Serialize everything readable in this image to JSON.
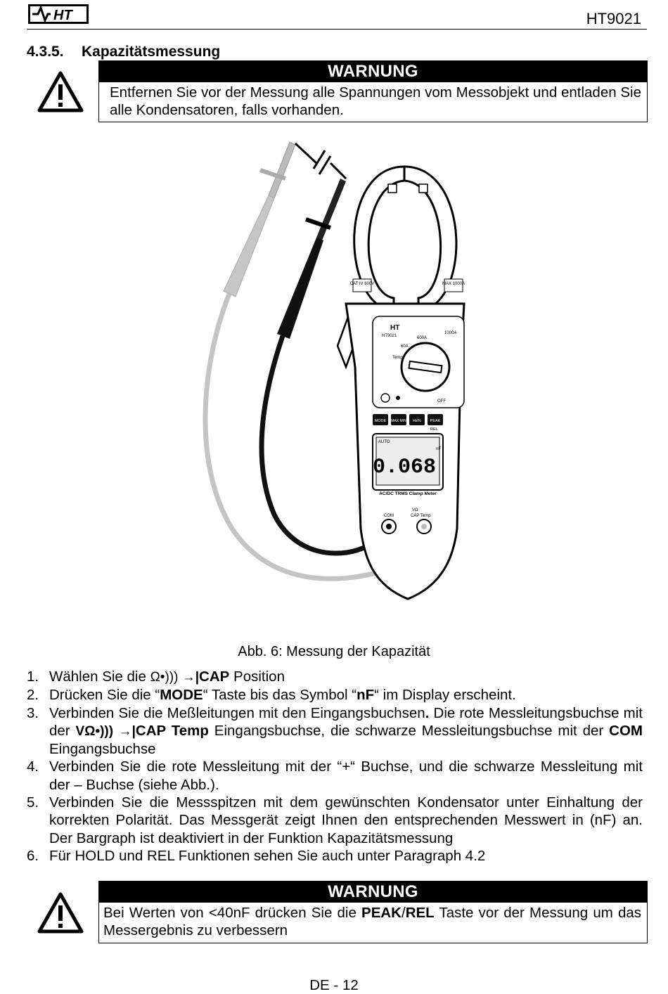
{
  "header": {
    "logo_text": "HT",
    "model": "HT9021"
  },
  "section": {
    "number": "4.3.5.",
    "title": "Kapazitätsmessung"
  },
  "warning1": {
    "title": "WARNUNG",
    "text": "Entfernen Sie vor der Messung alle Spannungen vom Messobjekt und entladen Sie alle Kondensatoren, falls vorhanden."
  },
  "figure": {
    "caption": "Abb. 6: Messung der Kapazität",
    "meter": {
      "brand": "HT",
      "model": "HT9021",
      "cat_label": "CAT IV 600V",
      "max_label": "MAX 1000A",
      "range_1000a": "1000A",
      "range_600a": "600A",
      "range_60a": "60A",
      "temp_label": "Temp",
      "off_label": "OFF",
      "buttons": [
        "MODE",
        "MAX MIN",
        "Hz%",
        "PEAK"
      ],
      "rel_label": "REL",
      "display_auto": "AUTO",
      "display_value": "0.068",
      "display_unit": "nF",
      "footer_label": "AC/DC TRMS Clamp Meter",
      "com_label": "COM",
      "input_label_top": "VΩ",
      "input_label_bottom": "CAP Temp"
    }
  },
  "steps": [
    {
      "n": "1.",
      "parts": [
        "Wählen Sie die ",
        "Ω•))) ",
        "→|",
        "CAP",
        " Position"
      ]
    },
    {
      "n": "2.",
      "parts": [
        "Drücken Sie die “",
        "MODE",
        "“ Taste bis das Symbol “",
        "nF",
        "“ im Display erscheint."
      ]
    },
    {
      "n": "3.",
      "parts": [
        "Verbinden Sie die Meßleitungen mit den Eingangsbuchsen",
        ".",
        " Die rote Messleitungsbuchse mit der ",
        "VΩ•)))",
        " →|",
        "CAP Temp",
        " Eingangsbuchse, die schwarze Messleitungsbuchse mit der ",
        "COM",
        " Eingangsbuchse"
      ]
    },
    {
      "n": "4.",
      "text": "Verbinden Sie die rote Messleitung mit der “+“ Buchse, und die schwarze Messleitung mit der – Buchse (siehe Abb.)."
    },
    {
      "n": "5.",
      "text": "Verbinden Sie die Messspitzen mit dem gewünschten Kondensator unter Einhaltung der korrekten Polarität. Das Messgerät zeigt Ihnen den entsprechenden Messwert in (nF) an. Der Bargraph ist deaktiviert in der Funktion Kapazitätsmessung"
    },
    {
      "n": "6.",
      "text": "Für HOLD und REL Funktionen sehen Sie auch unter Paragraph 4.2"
    }
  ],
  "warning2": {
    "title": "WARNUNG",
    "parts": [
      "Bei Werten von  <40nF drücken Sie die ",
      "PEAK",
      "/",
      "REL",
      " Taste vor der Messung um das Messergebnis zu verbessern"
    ]
  },
  "footer": {
    "page": "DE - 12"
  }
}
